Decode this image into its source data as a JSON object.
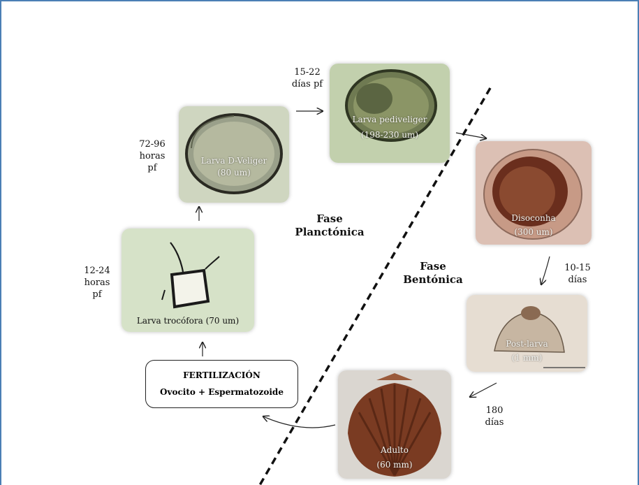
{
  "stages": {
    "trocofora": {
      "label": "Larva trocófora (70 um)"
    },
    "dveliger": {
      "label_line1": "Larva D-Veliger",
      "label_line2": "(80 um)"
    },
    "pediveliger": {
      "label_line1": "Larva pediveliger",
      "label_line2": "(198-230 um)"
    },
    "disoconha": {
      "label_line1": "Disoconha",
      "label_line2": "(300 um)"
    },
    "postlarva": {
      "label_line1": "Post-larva",
      "label_line2": "(1 mm)"
    },
    "adulto": {
      "label_line1": "Adulto",
      "label_line2": "(60 mm)"
    }
  },
  "times": {
    "t_12_24": "12-24\nhoras\npf",
    "t_72_96": "72-96\nhoras\npf",
    "t_15_22": "15-22\ndías pf",
    "t_10_15": "10-15\ndías",
    "t_180": "180\ndías"
  },
  "phases": {
    "planctonica": "Fase\nPlanctónica",
    "bentonica": "Fase\nBentónica"
  },
  "fertilization": {
    "title": "FERTILIZACIÓN",
    "subtitle": "Ovocito + Espermatozoide"
  },
  "colors": {
    "frame_border": "#4a7fb5",
    "planktonic_background": "#cfdcc0",
    "benthic_background": "#d9b9ad",
    "adult_shell": "#7a3b22"
  }
}
